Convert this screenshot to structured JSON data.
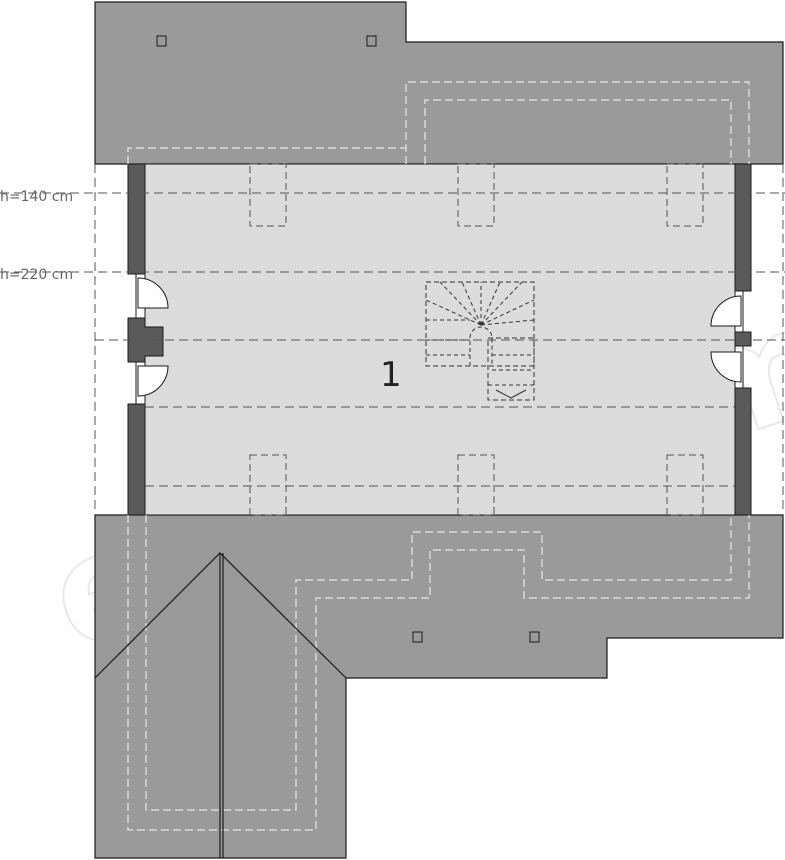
{
  "labels": {
    "height_upper": "h=140 cm",
    "height_lower": "h=220 cm",
    "room_number": "1"
  },
  "watermark": "extradom",
  "colors": {
    "roof": "#9a9a9a",
    "floor": "#dcdcdc",
    "wall": "#5a5a5a",
    "outline": "#1a1a1a"
  }
}
